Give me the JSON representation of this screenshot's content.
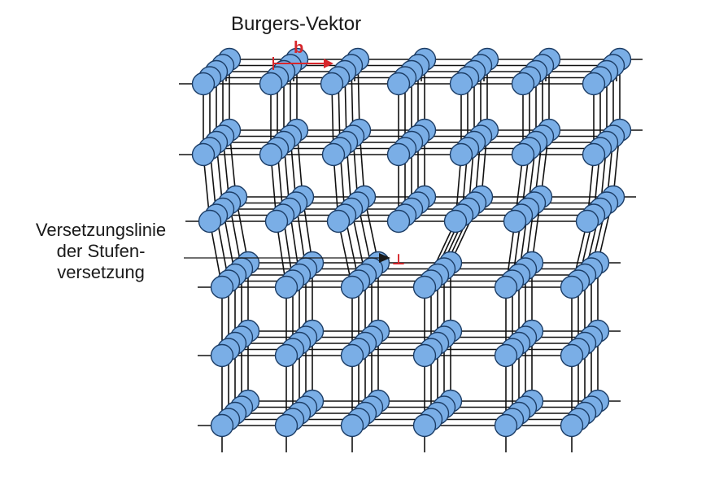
{
  "title": "Burgers-Vektor",
  "burgers_vector": {
    "label": "b",
    "color": "#d7262b"
  },
  "dislocation_label": {
    "lines": [
      "Versetzungslinie",
      "der Stufen-",
      "versetzung"
    ],
    "symbol": "⊥"
  },
  "lattice": {
    "atom_color": "#7aaee6",
    "atom_stroke": "#1c3d66",
    "line_color": "#111111",
    "top_rows_columns": 7,
    "bottom_rows_columns": 6,
    "rows": 6,
    "extra_half_plane": "center column, ends at third row"
  }
}
